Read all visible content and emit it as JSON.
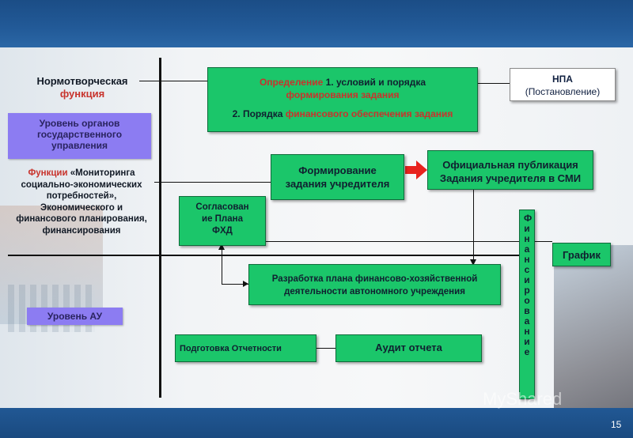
{
  "left": {
    "title_line1": "Нормотворческая",
    "title_line2": "функция",
    "level_gov": "Уровень органов государственного управления",
    "functions_prefix": "Функции",
    "functions_text_1": "«Мониторинга",
    "functions_text_2": "социально-экономических",
    "functions_text_3": "потребностей»,",
    "functions_text_4": "Экономического и",
    "functions_text_5": "финансового планирования,",
    "functions_text_6": "финансирования",
    "level_au": "Уровень АУ"
  },
  "boxes": {
    "definition_prefix": "Определение",
    "definition_rest": " 1. условий и порядка",
    "definition_line2": "формирования задания",
    "order_prefix": "2. Порядка",
    "order_rest": " финансового обеспечения задания",
    "npa_line1": "НПА",
    "npa_line2": "(Постановление)",
    "formation_line1": "Формирование",
    "formation_line2": "задания учредителя",
    "publication_line1": "Официальная публикация",
    "publication_line2": "Задания учредителя в СМИ",
    "agreed_line1": "Согласован",
    "agreed_line2": "ие Плана",
    "agreed_line3": "ФХД",
    "financing_vertical": "Финансирование",
    "schedule": "График",
    "plan_line1": "Разработка плана финансово-хозяйственной",
    "plan_line2": "деятельности автономного учреждения",
    "reporting": "Подготовка Отчетности",
    "audit": "Аудит отчета"
  },
  "footer": {
    "watermark": "MyShared",
    "page_number": "15"
  },
  "colors": {
    "green": "#1bc66a",
    "blue_label": "#8c7cf2",
    "red_accent": "#c8332c",
    "frame": "#1d4f86"
  }
}
